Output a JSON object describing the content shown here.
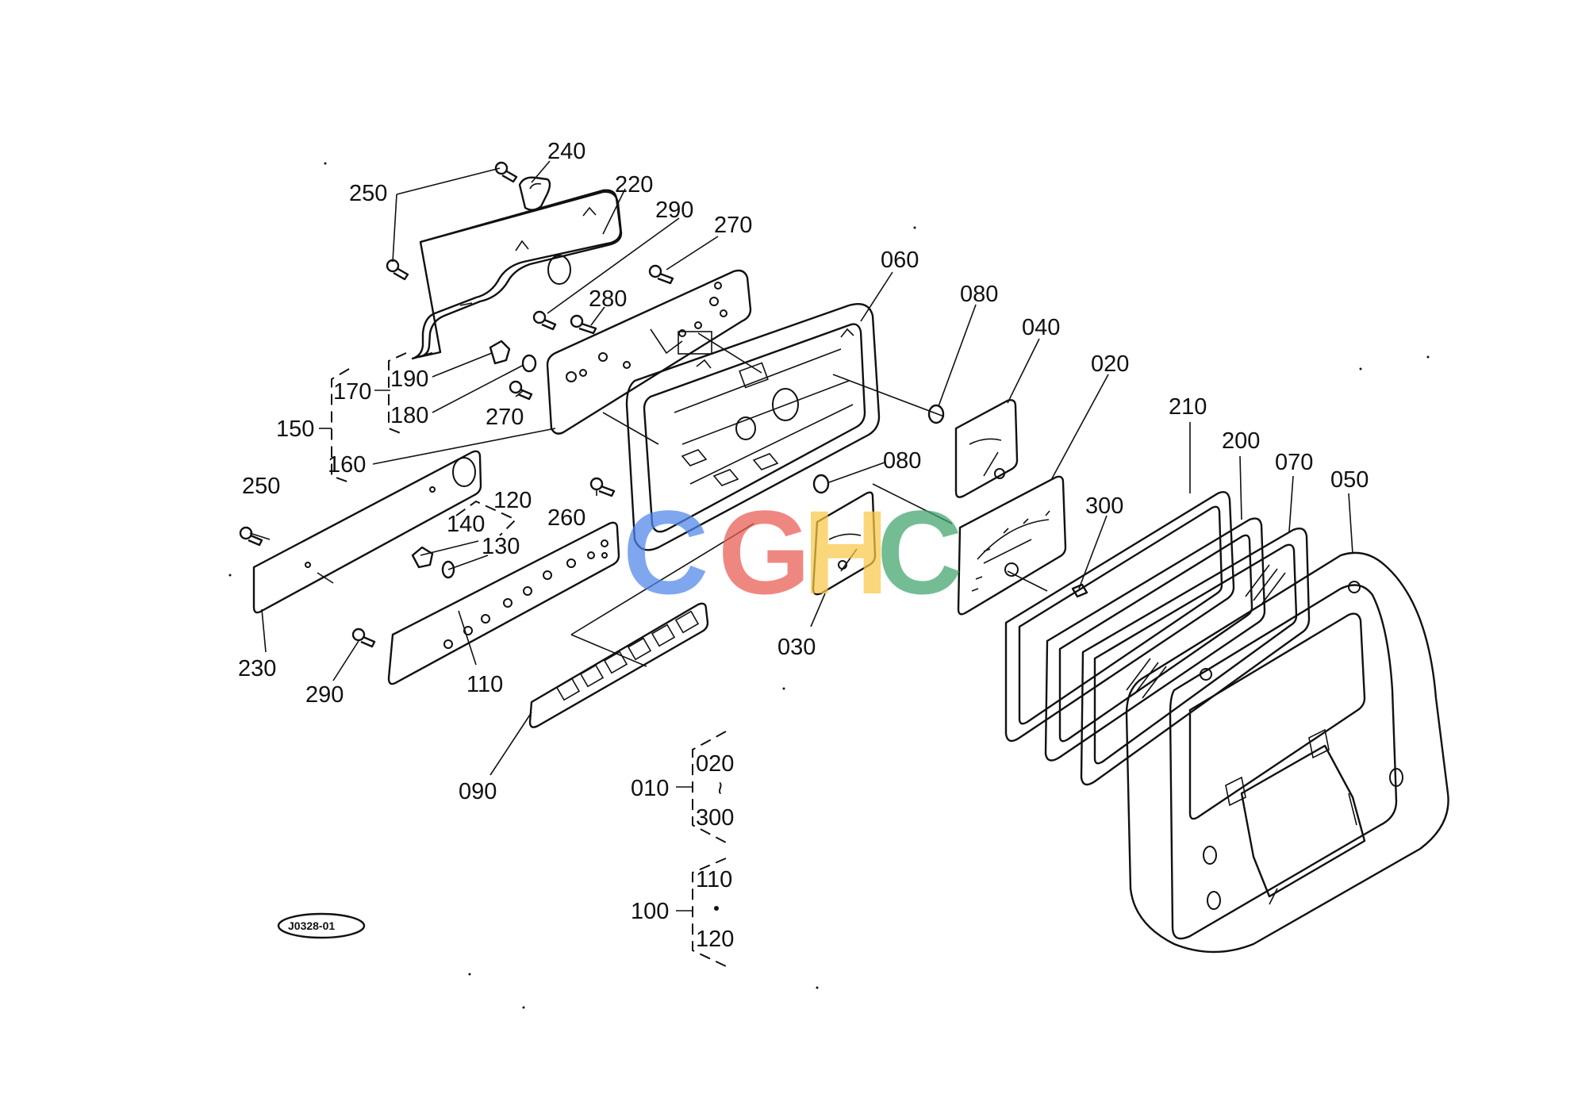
{
  "diagram_code": "J0328-01",
  "watermark": {
    "letters": [
      "C",
      "G",
      "H",
      "C"
    ],
    "colors": [
      "#4e86ea",
      "#ea5a52",
      "#f7c948",
      "#3fa56b"
    ]
  },
  "callouts": {
    "c240": "240",
    "c250a": "250",
    "c220": "220",
    "c290a": "290",
    "c270a": "270",
    "c280": "280",
    "c060": "060",
    "c080a": "080",
    "c040": "040",
    "c020": "020",
    "c190": "190",
    "c170": "170",
    "c180": "180",
    "c270b": "270",
    "c150": "150",
    "c160": "160",
    "c080b": "080",
    "c210": "210",
    "c200": "200",
    "c070": "070",
    "c050": "050",
    "c300": "300",
    "c250b": "250",
    "c120": "120",
    "c140": "140",
    "c130": "130",
    "c260": "260",
    "c230": "230",
    "c290b": "290",
    "c110": "110",
    "c030": "030",
    "c090": "090"
  },
  "groups": {
    "g010": {
      "parent": "010",
      "from": "020",
      "tilde": "~",
      "to": "300"
    },
    "g100": {
      "parent": "100",
      "from": "110",
      "dot": "•",
      "to": "120"
    }
  }
}
